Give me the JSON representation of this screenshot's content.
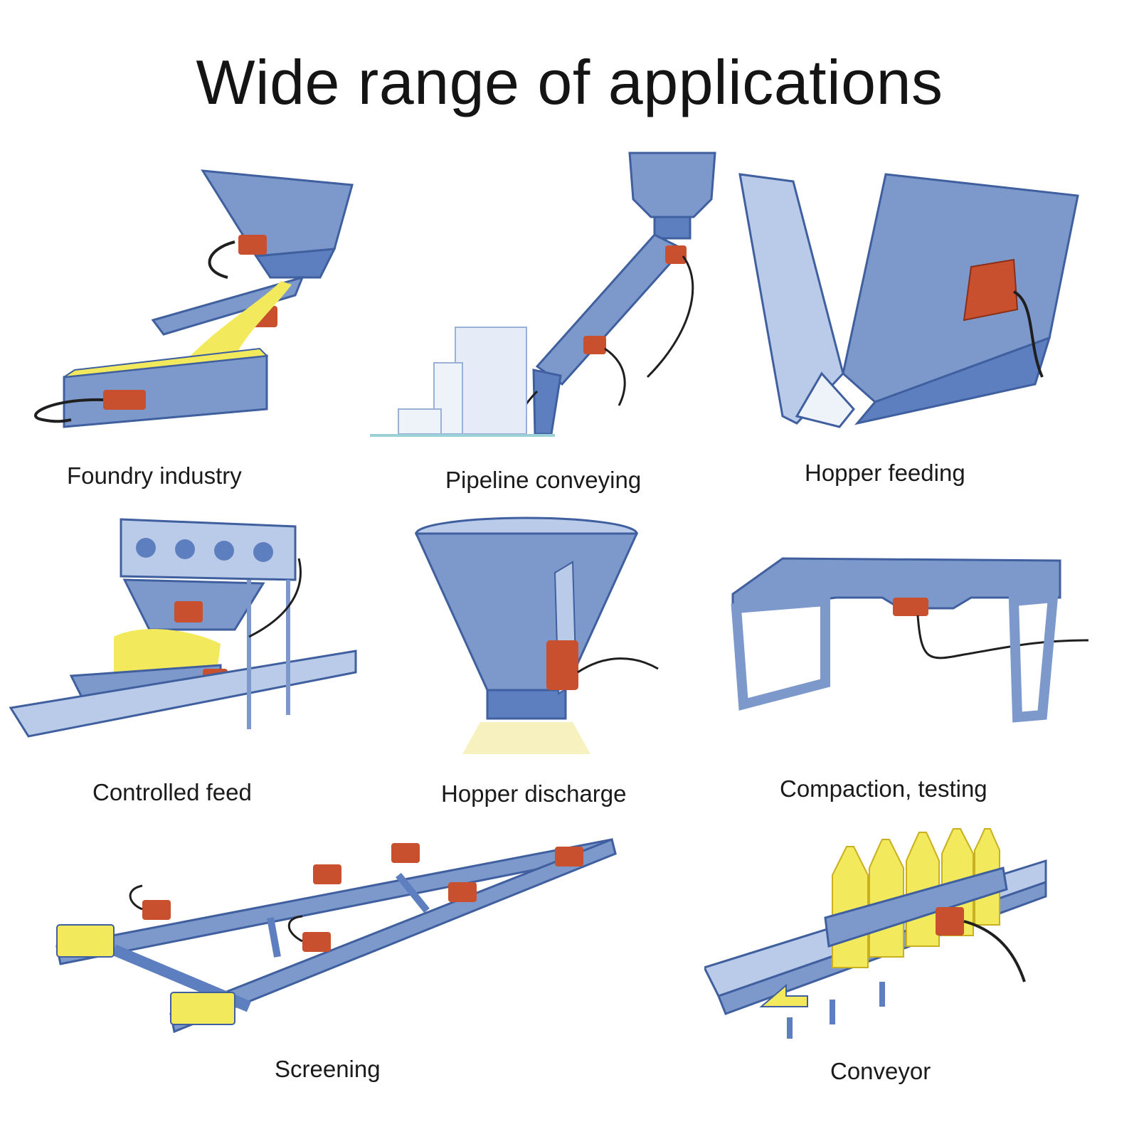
{
  "title": "Wide range of applications",
  "colors": {
    "steel": "#7d99cc",
    "steel_dark": "#3f5f9f",
    "steel_light": "#b9cbe8",
    "motor": "#c9502f",
    "material": "#f2ea5c",
    "cable": "#1f1f1f"
  },
  "applications": [
    {
      "label": "Foundry industry",
      "icon": "foundry-illustration"
    },
    {
      "label": "Pipeline conveying",
      "icon": "pipeline-illustration"
    },
    {
      "label": "Hopper feeding",
      "icon": "hopper-feeding-illustration"
    },
    {
      "label": "Controlled feed",
      "icon": "controlled-feed-illustration"
    },
    {
      "label": "Hopper discharge",
      "icon": "hopper-discharge-illustration"
    },
    {
      "label": "Compaction, testing",
      "icon": "compaction-illustration"
    },
    {
      "label": "Screening",
      "icon": "screening-illustration"
    },
    {
      "label": "Conveyor",
      "icon": "conveyor-illustration"
    }
  ]
}
